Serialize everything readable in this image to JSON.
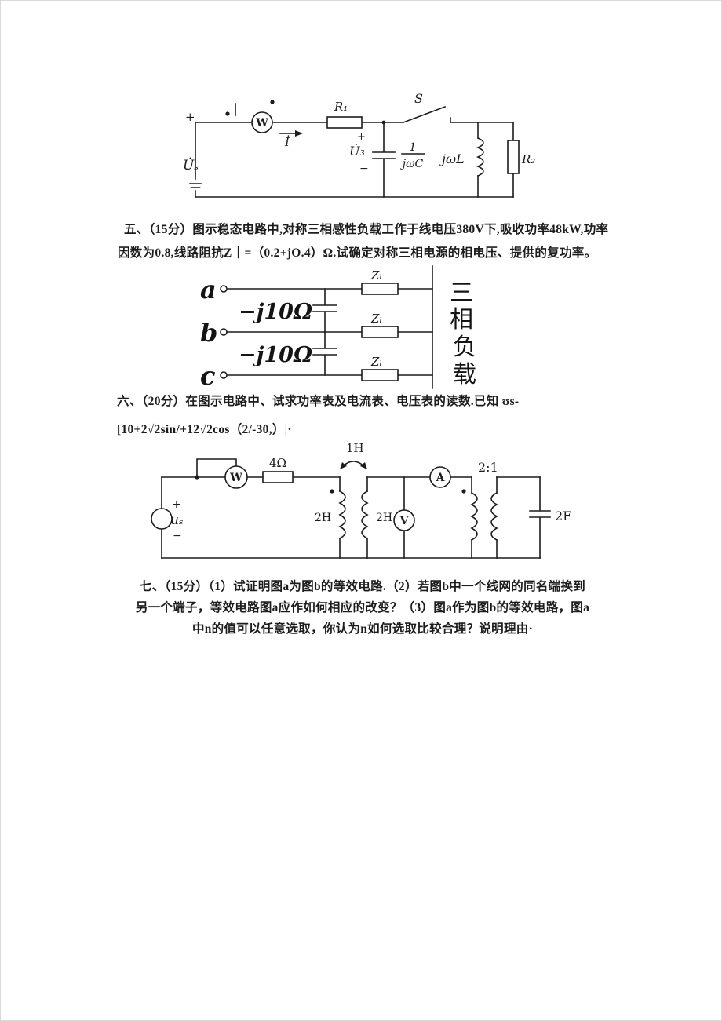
{
  "page": {
    "background": "#ffffff",
    "ink": "#1c1c1c"
  },
  "figure4": {
    "source_plus": "+",
    "source_label": "U̇ₛ",
    "wattmeter_label": "W",
    "current_label": "İ",
    "r1_label": "R₁",
    "switch_label": "S",
    "branch_plus": "+",
    "branch_voltage": "U̇₃",
    "branch_minus": "−",
    "cap_numerator": "1",
    "cap_denominator": "jωC",
    "inductor_label": "jωL",
    "r2_label": "R₂"
  },
  "question5": {
    "line1": "五、（15分）图示稳态电路中,对称三相感性负载工作于线电压380V下,吸收功率48kW,功率",
    "line2": "因数为0.8,线路阻抗Z｜=（0.2+jO.4）Ω.试确定对称三相电源的相电压、提供的复功率。"
  },
  "figure5": {
    "terminal_a": "a",
    "terminal_b": "b",
    "terminal_c": "c",
    "cap_ab_label": "−j10Ω",
    "cap_bc_label": "−j10Ω",
    "z_line_a": "Zₗ",
    "z_line_b": "Zₗ",
    "z_line_c": "Zₗ",
    "load_char1": "三",
    "load_char2": "相",
    "load_char3": "负",
    "load_char4": "载"
  },
  "question6": {
    "line1": "六、（20分）在图示电路中、试求功率表及电流表、电压表的读数.已知 ʊs-",
    "line2": "[10+2√2sin/+12√2cos（2/-30,）|·"
  },
  "figure6": {
    "source_plus": "+",
    "source_label": "uₛ",
    "source_minus": "−",
    "wattmeter_label": "W",
    "resistor_label": "4Ω",
    "mutual_label": "1H",
    "coil1_label": "2H",
    "coil2_label": "2H",
    "voltmeter_label": "V",
    "ammeter_label": "A",
    "ratio_label": "2:1",
    "cap_label": "2F"
  },
  "question7": {
    "line1": "七、（15分）（1）试证明图a为图b的等效电路.（2）若图b中一个线网的同名端换到",
    "line2": "另一个端子，等效电路图a应作如何相应的改变？（3）图a作为图b的等效电路，图a",
    "line3": "中n的值可以任意选取，你认为n如何选取比较合理？说明理由·"
  }
}
